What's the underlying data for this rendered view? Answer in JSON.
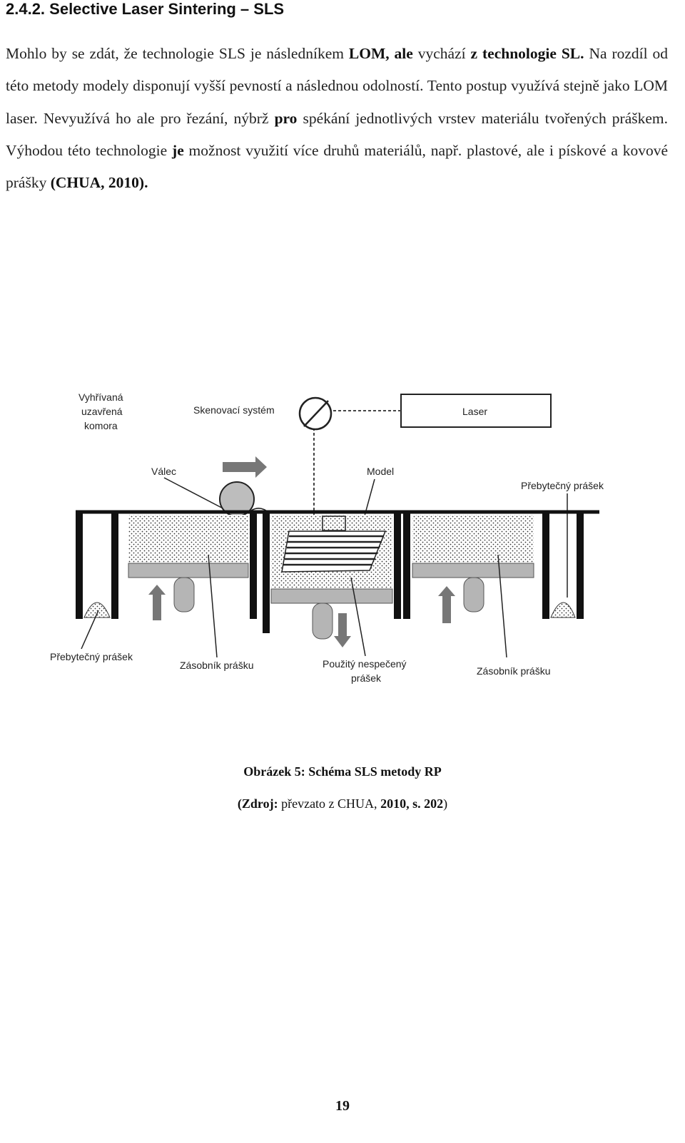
{
  "section": {
    "heading": "2.4.2. Selective Laser Sintering – SLS"
  },
  "body": {
    "s1": "Mohlo by se zdát, že technologie SLS je následníkem ",
    "s1_b": "LOM, ale",
    "s2": " vychází ",
    "s2_b": "z technologie SL.",
    "s3": " Na rozdíl od této metody modely disponují vyšší pevností a následnou odolností. Tento postup využívá stejně jako LOM laser. Nevyužívá ho ale pro řezání, nýbrž ",
    "s3_b": "pro",
    "s4": " spékání jednotlivých vrstev materiálu tvořených práškem. Výhodou této technologie ",
    "s4_b": "je",
    "s5": " možnost využití více druhů materiálů, např. plastové, ale i pískové a kovové prášky ",
    "s5_b": "(CHUA, 2010)."
  },
  "figure": {
    "labels": {
      "heated_chamber_1": "Vyhřívaná",
      "heated_chamber_2": "uzavřená",
      "heated_chamber_3": "komora",
      "scanning_system": "Skenovací systém",
      "laser": "Laser",
      "roller": "Válec",
      "model": "Model",
      "excess_powder_right": "Přebytečný prášek",
      "excess_powder_left": "Přebytečný prášek",
      "powder_supply_left": "Zásobník prášku",
      "used_powder_1": "Použitý nespečený",
      "used_powder_2": "prášek",
      "powder_supply_right": "Zásobník prášku"
    }
  },
  "caption": {
    "title": "Obrázek 5: Schéma SLS metody RP",
    "source_b1": "(Zdroj:",
    "source_mid": " převzato z CHUA, ",
    "source_b2": "2010, s. 202",
    "source_end": ")"
  },
  "page_number": "19"
}
